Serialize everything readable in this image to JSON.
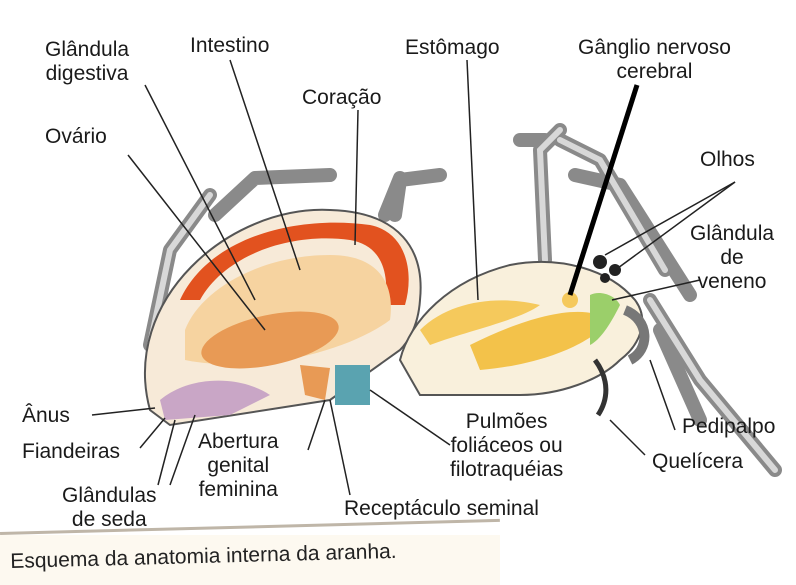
{
  "labels": {
    "glandula_digestiva": "Glândula\ndigestiva",
    "intestino": "Intestino",
    "coracao": "Coração",
    "estomago": "Estômago",
    "ganglio": "Gânglio nervoso\ncerebral",
    "ovario": "Ovário",
    "olhos": "Olhos",
    "glandula_veneno": "Glândula\nde\nveneno",
    "anus": "Ânus",
    "fiandeiras": "Fiandeiras",
    "abertura_genital": "Abertura\ngenital\nfeminina",
    "glandulas_seda": "Glândulas\nde seda",
    "pulmoes": "Pulmões\nfoliáceos ou\nfilotraquéias",
    "pedipalpo": "Pedipalpo",
    "quelicera": "Quelícera",
    "receptaculo": "Receptáculo seminal"
  },
  "caption": "Esquema da anatomia interna da aranha."
}
